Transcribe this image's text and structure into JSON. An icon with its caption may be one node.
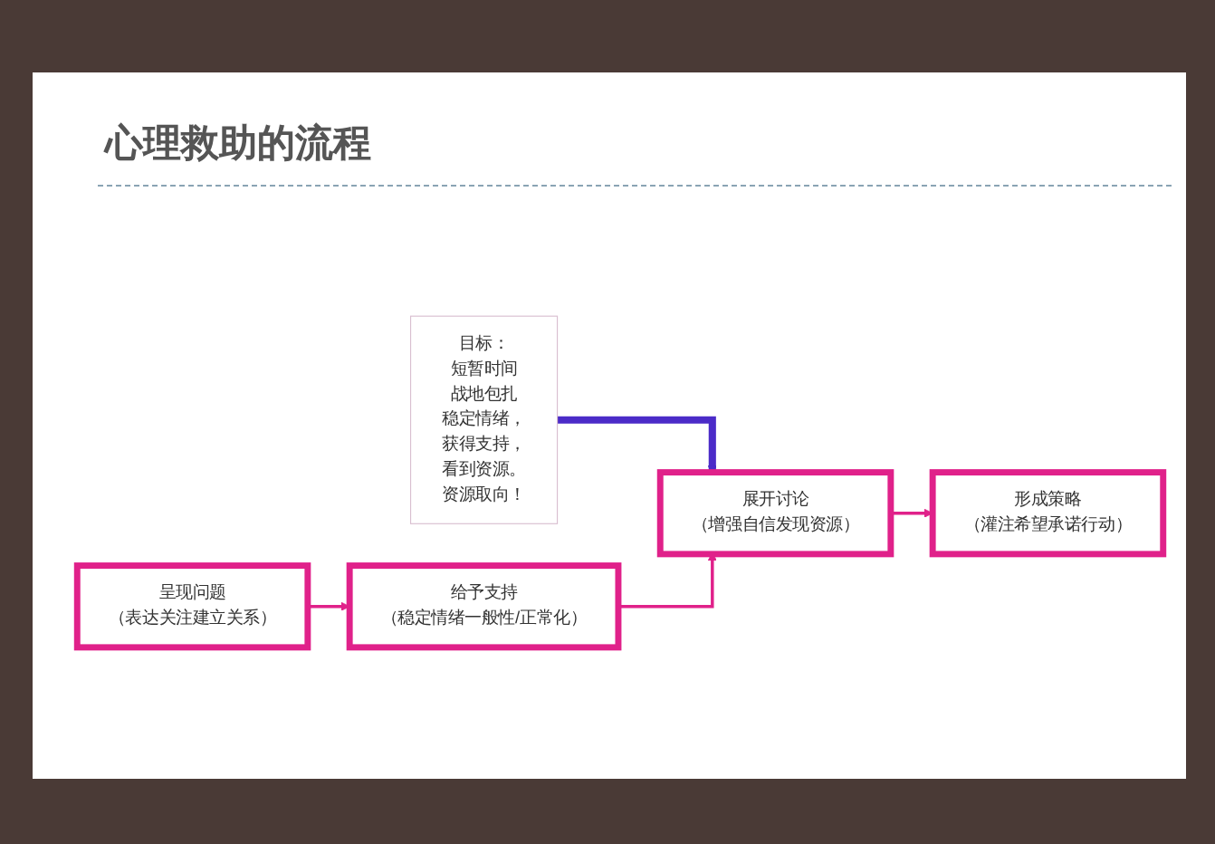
{
  "diagram": {
    "title": "心理救助的流程",
    "nodes": [
      {
        "text": [
          "目标：",
          "短暂时间",
          "战地包扎",
          "稳定情绪，",
          "获得支持，",
          "看到资源。",
          "资源取向！"
        ]
      },
      {
        "text": [
          "呈现问题",
          "（表达关注建立关系）"
        ]
      },
      {
        "text": [
          "给予支持",
          "（稳定情绪一般性/正常化）"
        ]
      },
      {
        "text": [
          "展开讨论",
          "（增强自信发现资源）"
        ]
      },
      {
        "text": [
          "形成策略",
          "（灌注希望承诺行动）"
        ]
      }
    ],
    "edges": [
      {
        "from": 0,
        "to": 3,
        "arrow": "to",
        "style": "thick",
        "color": "#4b2bc8"
      },
      {
        "from": 1,
        "to": 2,
        "arrow": "to"
      },
      {
        "from": 2,
        "to": 3,
        "arrow": "to"
      },
      {
        "from": 3,
        "to": 4,
        "arrow": "to"
      }
    ]
  }
}
